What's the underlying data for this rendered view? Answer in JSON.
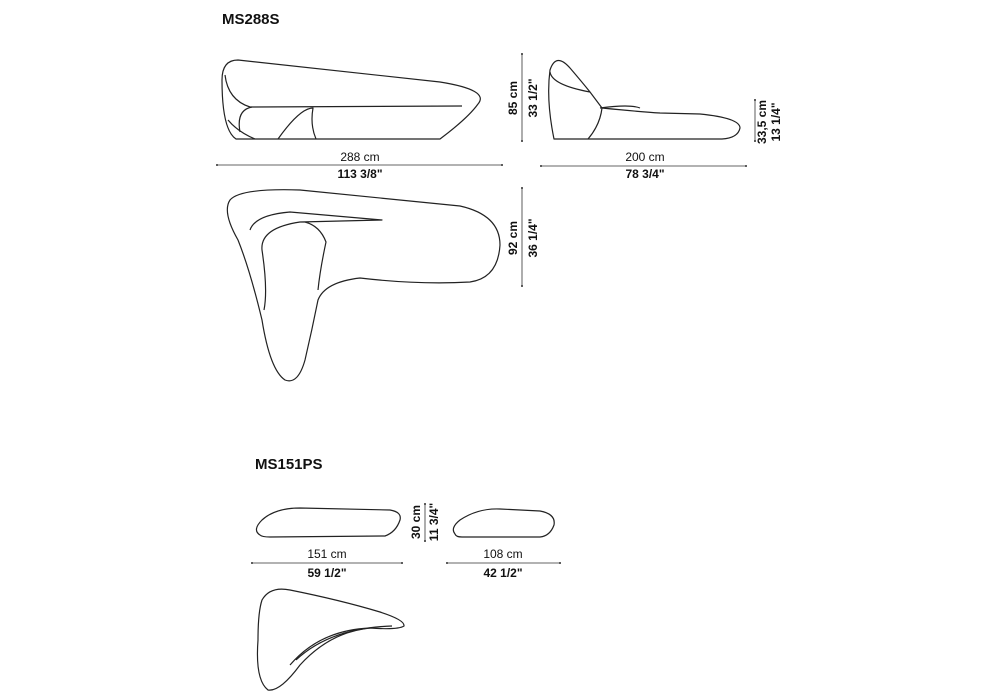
{
  "models": [
    {
      "name": "MS288S",
      "dimensions": {
        "width_cm": "288 cm",
        "width_in": "113 3/8\"",
        "height_cm": "85 cm",
        "height_in": "33 1/2\"",
        "depth_cm": "200 cm",
        "depth_in": "78 3/4\"",
        "seat_cm": "33,5 cm",
        "seat_in": "13 1/4\"",
        "top_cm": "92 cm",
        "top_in": "36 1/4\""
      }
    },
    {
      "name": "MS151PS",
      "dimensions": {
        "width_cm": "151 cm",
        "width_in": "59 1/2\"",
        "height_cm": "30 cm",
        "height_in": "11 3/4\"",
        "depth_cm": "108 cm",
        "depth_in": "42 1/2\""
      }
    }
  ]
}
